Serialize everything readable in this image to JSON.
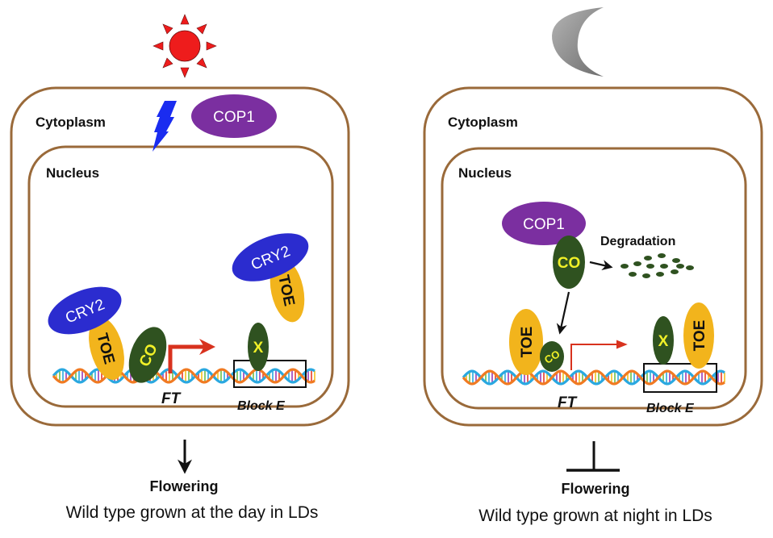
{
  "colors": {
    "membrane": "#9a6a3a",
    "sun": "#ee1c1c",
    "moon": "#8c8c8c",
    "lightning": "#1a2cf0",
    "cop1": "#7b2fa0",
    "cry2": "#2b2ccf",
    "toe": "#f2b41c",
    "co": "#2f5220",
    "co_text": "#f0f028",
    "arrow_red": "#d8321e",
    "dna_strand_a": "#f07a22",
    "dna_strand_b": "#2aa8e0"
  },
  "left_panel": {
    "condition_icon": "sun-icon",
    "cytoplasm_label": "Cytoplasm",
    "nucleus_label": "Nucleus",
    "light_signal_icon": "lightning-icon",
    "cop1_label": "COP1",
    "cry2_left_label": "CRY2",
    "toe_left_label": "TOE",
    "co_label": "CO",
    "cry2_right_label": "CRY2",
    "toe_right_label": "TOE",
    "x_label": "X",
    "ft_label": "FT",
    "block_label": "Block E",
    "outcome_arrow": "down-arrow",
    "outcome_label": "Flowering",
    "caption": "Wild type grown at the day in LDs"
  },
  "right_panel": {
    "condition_icon": "moon-icon",
    "cytoplasm_label": "Cytoplasm",
    "nucleus_label": "Nucleus",
    "cop1_label": "COP1",
    "co_upper_label": "CO",
    "degradation_label": "Degradation",
    "toe_left_label": "TOE",
    "co_lower_label": "CO",
    "x_label": "X",
    "toe_right_label": "TOE",
    "ft_label": "FT",
    "block_label": "Block E",
    "outcome_arrow": "inhibition-bar",
    "outcome_label": "Flowering",
    "caption": "Wild type grown at night in LDs"
  }
}
